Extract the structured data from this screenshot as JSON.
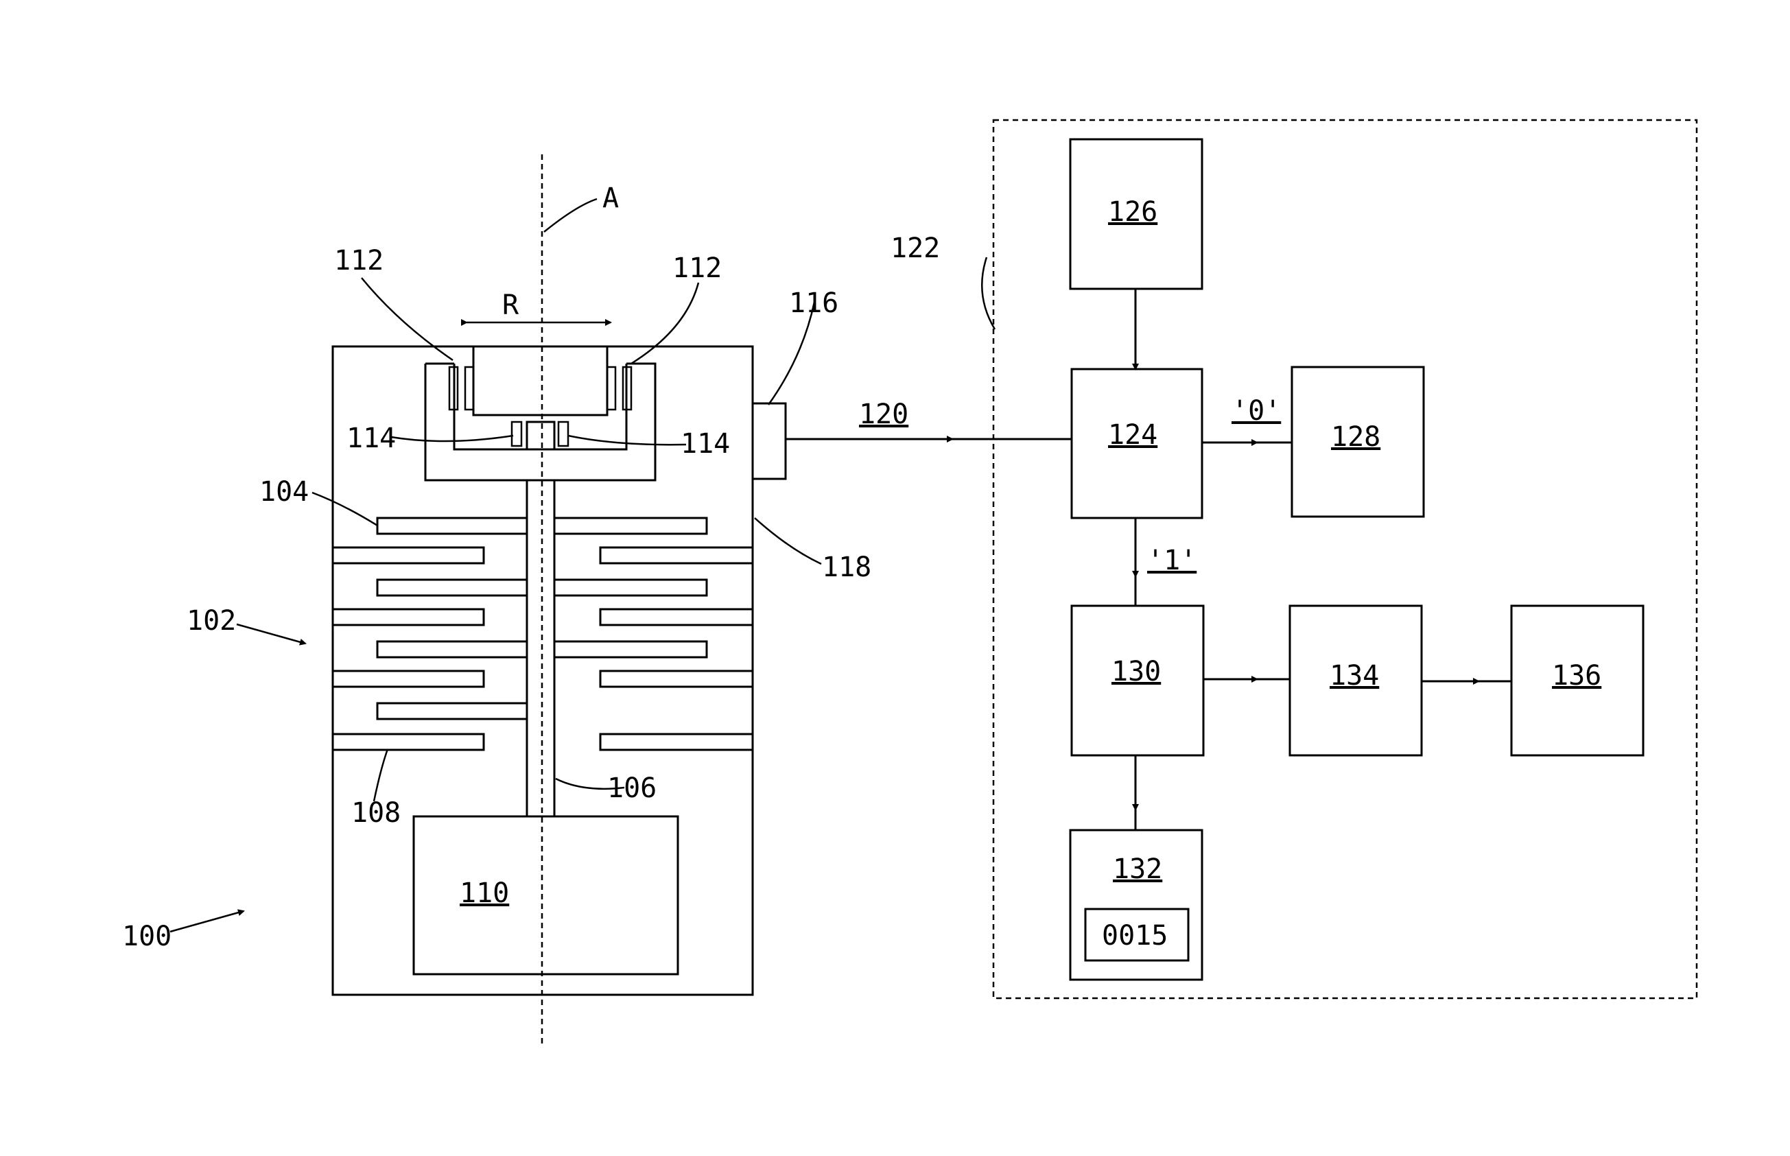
{
  "labels": {
    "axis": "A",
    "range": "R",
    "ref_100": "100",
    "ref_102": "102",
    "ref_104": "104",
    "ref_106": "106",
    "ref_108": "108",
    "ref_110": "110",
    "ref_112_left": "112",
    "ref_112_right": "112",
    "ref_114_left": "114",
    "ref_114_right": "114",
    "ref_116": "116",
    "ref_118": "118",
    "ref_120": "120",
    "ref_122": "122",
    "block_124": "124",
    "block_126": "126",
    "block_128": "128",
    "block_130": "130",
    "block_132": "132",
    "block_134": "134",
    "block_136": "136",
    "display_value": "0015",
    "branch_zero": "'0'",
    "branch_one": "'1'"
  }
}
